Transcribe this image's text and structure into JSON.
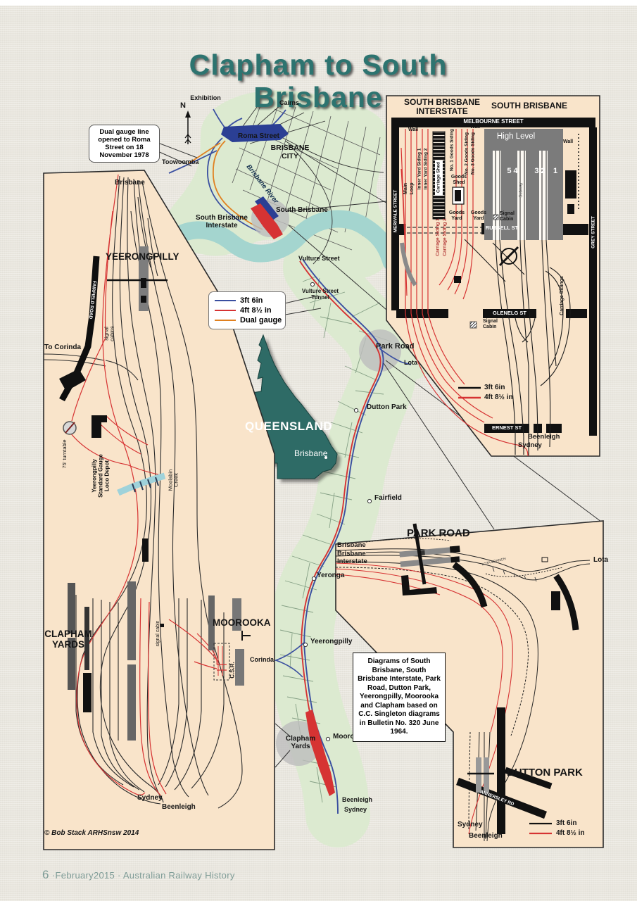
{
  "title": "Clapham to South Brisbane",
  "callout": "Dual gauge line opened to Roma Street on 18 November 1978",
  "city": {
    "exhibition": "Exhibition",
    "cairns": "Cairns",
    "roma_street": "Roma Street",
    "brisbane_city": "BRISBANE CITY",
    "brisbane_river": "Brisbane River",
    "toowoomba": "Toowoomba",
    "south_brisbane": "South Brisbane",
    "south_brisbane_interstate": "South Brisbane Interstate",
    "vulture_street": "Vulture Street",
    "north": "N"
  },
  "legend": {
    "narrow": "3ft 6in",
    "standard": "4ft 8½ in",
    "dual": "Dual gauge"
  },
  "queensland": {
    "name": "QUEENSLAND",
    "capital": "Brisbane"
  },
  "route": {
    "vulture_tunnel": "Vulture Street Tunnel",
    "park_road": "Park Road",
    "lota": "Lota",
    "dutton_park": "Dutton Park",
    "fairfield": "Fairfield",
    "yeronga": "Yeronga",
    "yeerongpilly": "Yeerongpilly",
    "corinda": "Corinda",
    "moorooka": "Moorooka",
    "clapham_yards": "Clapham Yards",
    "beenleigh": "Beenleigh",
    "sydney": "Sydney"
  },
  "sb": {
    "title_interstate": "SOUTH BRISBANE INTERSTATE",
    "title": "SOUTH BRISBANE",
    "melbourne": "MELBOURNE STREET",
    "merivale": "MERIVALE STREET",
    "grey": "GREY STREET",
    "russell": "RUSSELL ST",
    "glenelg": "GLENELG ST",
    "ernest": "ERNEST ST",
    "high_level": "High Level",
    "wall": "Wall",
    "platforms_54": "5 4",
    "platforms_32": "3 2",
    "platform_1": "1",
    "subway": "Subway",
    "carriage_shed": "Carriage Shed",
    "main": "Main",
    "loop": "Loop",
    "inner1": "Inner Yard Siding 1",
    "inner2": "Inner Yard Siding 2",
    "carr1": "Carriage Siding 1",
    "carr2": "Carriage Siding 2",
    "goods1": "No. 1 Goods Siding",
    "goods2": "No. 2 Goods Siding",
    "goods3": "No. 3 Goods Siding",
    "goods_shed": "Goods Shed",
    "goods_yard": "Goods Yard",
    "signal_cabin": "Signal Cabin",
    "carriage_sidings": "Carriage Sidings",
    "beenleigh": "Beenleigh",
    "sydney": "Sydney"
  },
  "left": {
    "brisbane": "Brisbane",
    "yeerongpilly": "YEERONGPILLY",
    "to_corinda": "To Corinda",
    "signal_cabins": "signal cabins",
    "fairfield_road": "FAIRFIELD ROAD",
    "turntable": "75' turntable",
    "loco_depot": "Yeerongpilly Standard Gauge Loco Depot",
    "moolabin": "Moolabin Creek",
    "clapham_yards": "CLAPHAM YARDS",
    "moorooka": "MOOROOKA",
    "signal_cabin": "signal cabin",
    "csr": "C.S.R.",
    "sydney": "Sydney",
    "beenleigh": "Beenleigh"
  },
  "pr": {
    "park_road": "PARK ROAD",
    "brisbane": "Brisbane",
    "brisbane_interstate": "Brisbane Interstate",
    "lota": "Lota",
    "lota_branch": "LOTA BRANCH",
    "dutton_park": "DUTTON PARK",
    "annerley": "ANNERSLEY RD",
    "sydney": "Sydney",
    "beenleigh": "Beenleigh"
  },
  "note": "Diagrams of South Brisbane, South Brisbane Interstate, Park Road, Dutton Park, Yeerongpilly, Moorooka and Clapham based on C.C. Singleton diagrams in Bulletin No. 320 June 1964.",
  "copyright": "© Bob Stack ARHSnsw 2014",
  "footer": {
    "page": "6",
    "text": "·February2015 · Australian Railway History"
  },
  "colors": {
    "narrow_blue": "#3a4fa0",
    "standard_red": "#d63333",
    "dual_orange": "#e0801f",
    "title_teal": "#2d7470",
    "inset_peach": "#f9e4ca",
    "corridor_green": "#dcead0",
    "water_teal": "#a4d5cf",
    "queensland_teal": "#2e6b66"
  }
}
